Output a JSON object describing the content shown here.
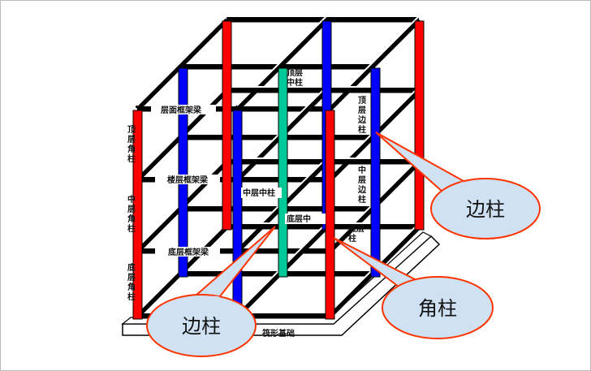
{
  "colors": {
    "corner_column": "#ff0000",
    "edge_column": "#0000ff",
    "middle_column": "#00c896",
    "callout_fill": "#cfe1f2",
    "callout_stroke": "#ff3300"
  },
  "labels": {
    "top_middle_column": [
      "顶层",
      "中柱"
    ],
    "top_edge_column": [
      "顶",
      "层",
      "边",
      "柱"
    ],
    "mid_edge_column": [
      "中",
      "层",
      "边",
      "柱"
    ],
    "bottom_edge_column": [
      "底层",
      "柱"
    ],
    "top_corner_column": [
      "顶",
      "层",
      "角",
      "柱"
    ],
    "mid_corner_column": [
      "中",
      "层",
      "角",
      "柱"
    ],
    "bottom_corner_column": [
      "底",
      "层",
      "角",
      "柱"
    ],
    "mid_middle_column": "中层中柱",
    "bottom_middle_column": "底层中",
    "roof_beam": "层面框架梁",
    "floor_beam": "楼层框架梁",
    "bottom_beam": "底层框架梁",
    "foundation": "筏形基础"
  },
  "callouts": [
    {
      "text": "边柱"
    },
    {
      "text": "边柱"
    },
    {
      "text": "角柱"
    }
  ]
}
